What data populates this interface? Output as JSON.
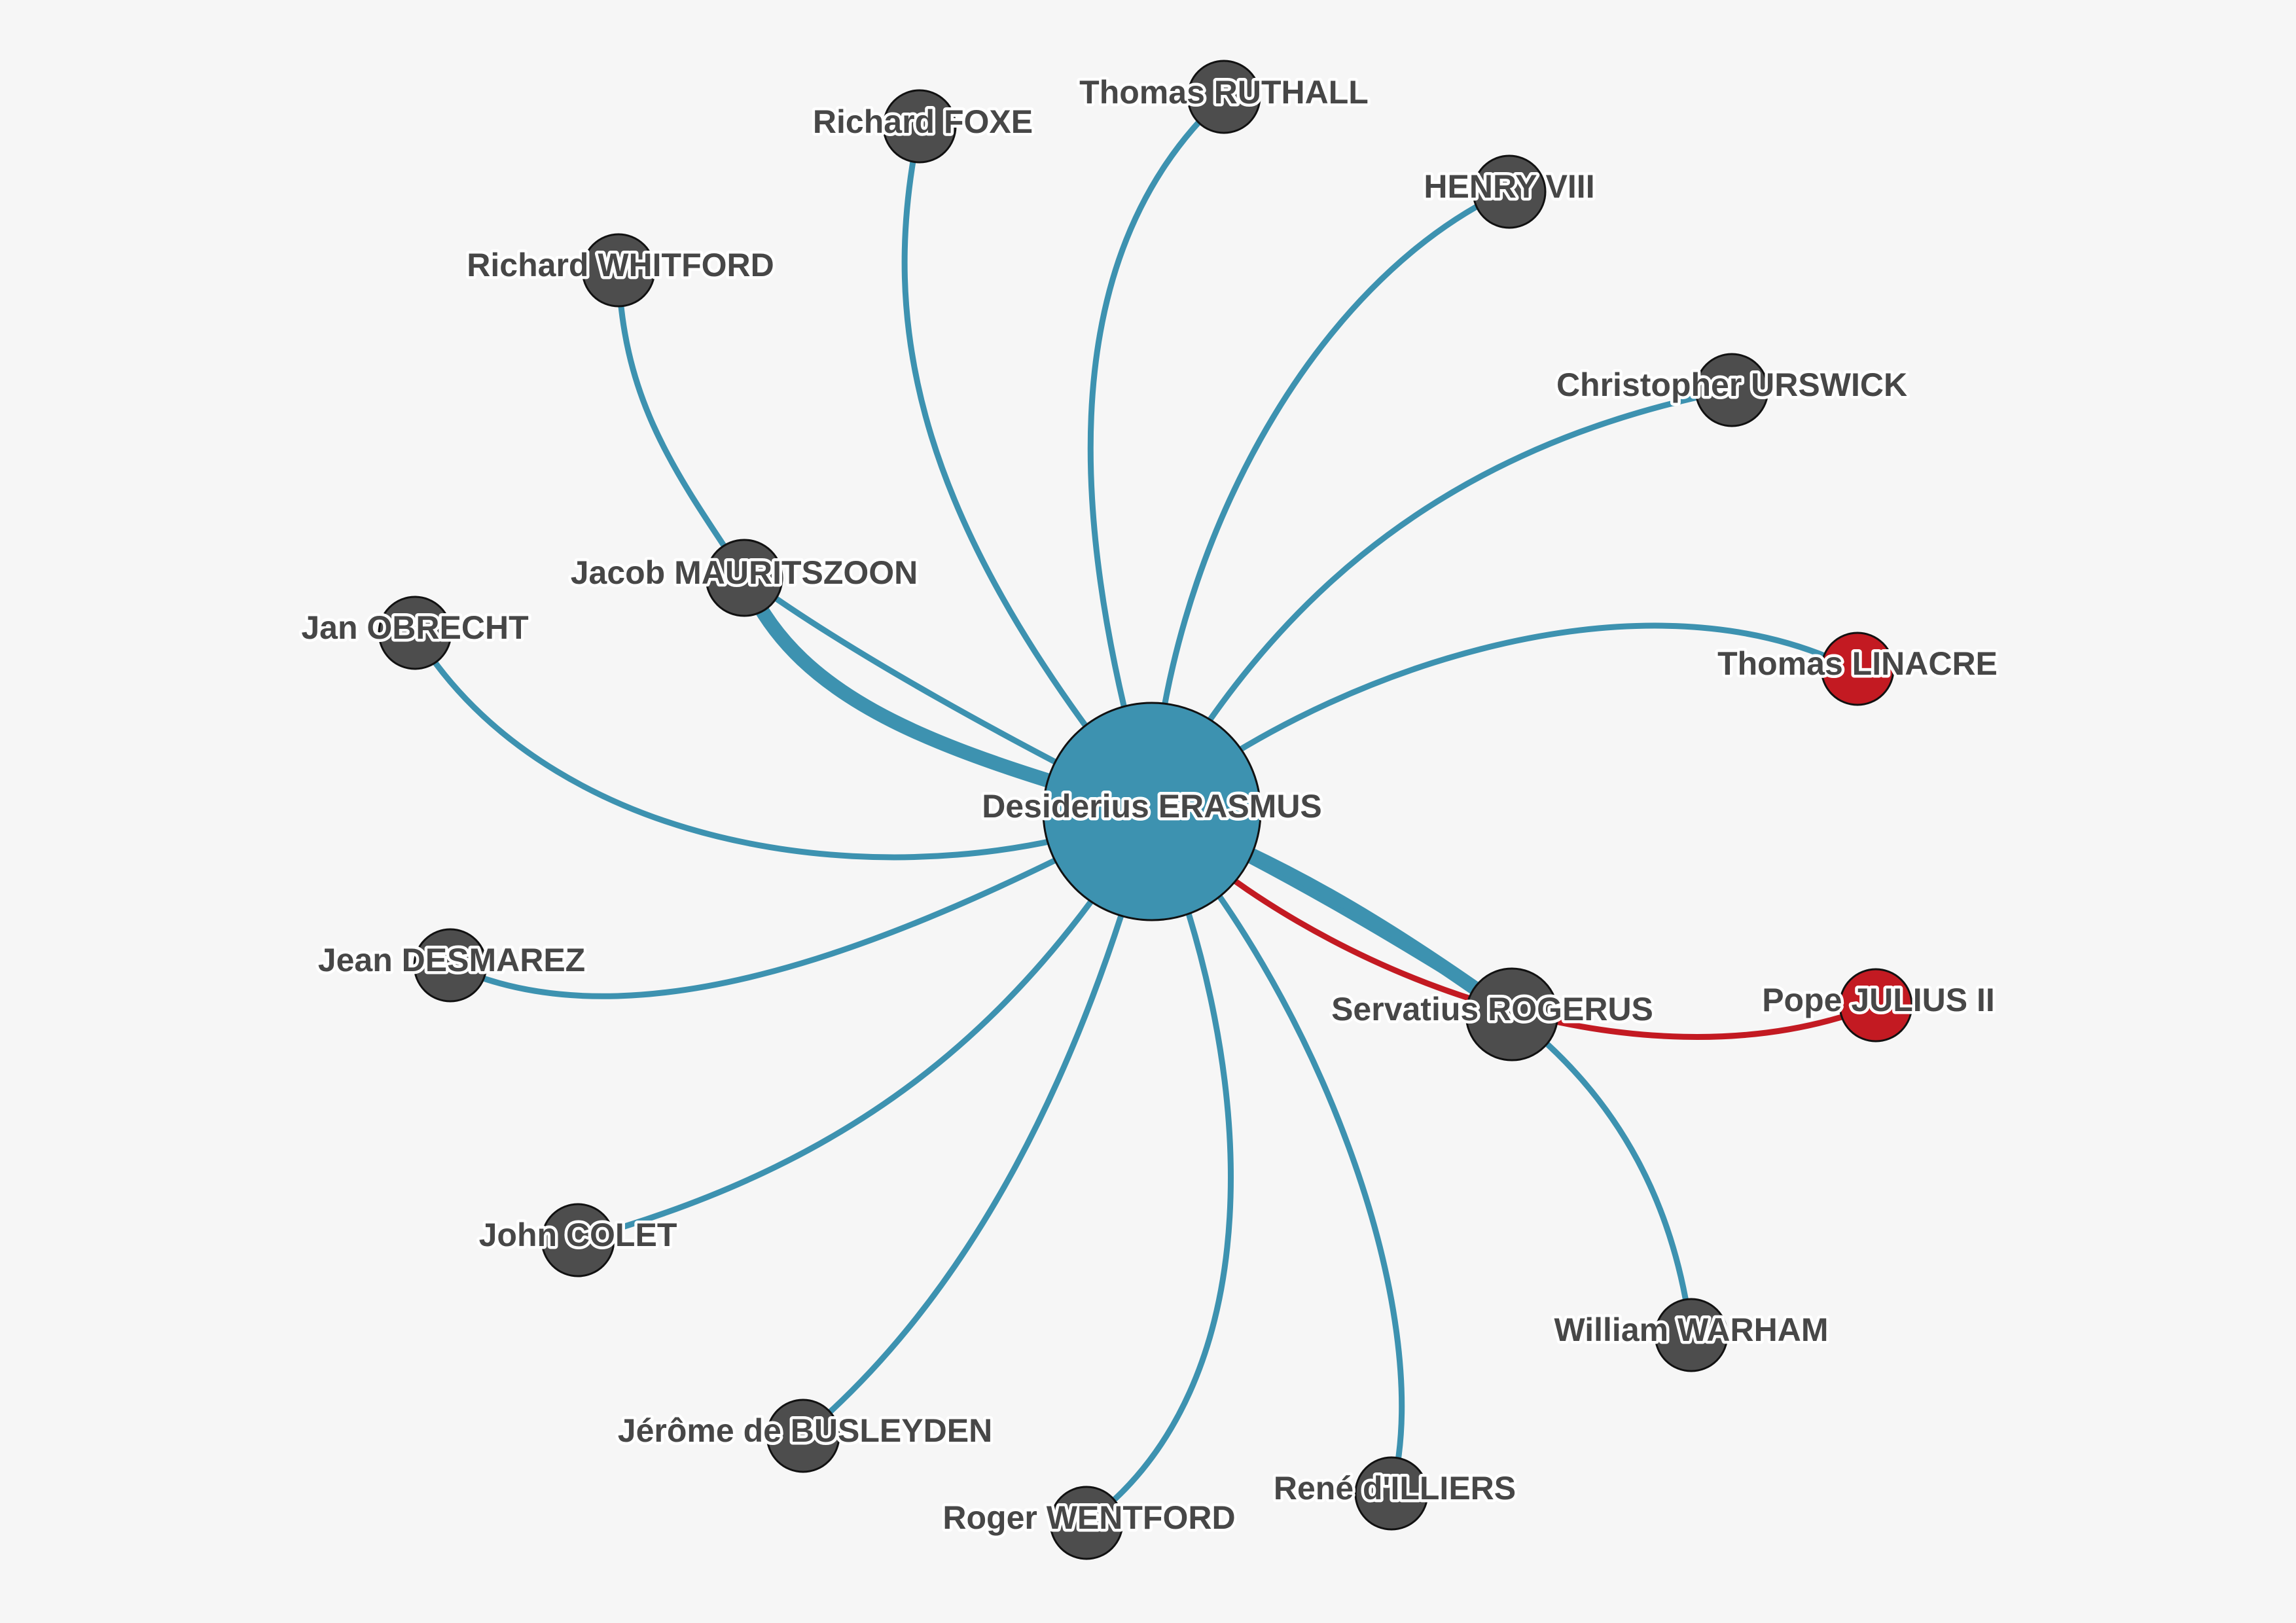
{
  "colors": {
    "background": "#f6f6f6",
    "edge_default": "#3d92b0",
    "edge_highlight": "#c31a22",
    "node_default": "#4d4d4d",
    "node_highlight": "#c31a22",
    "node_center": "#3d92b0"
  },
  "nodes": {
    "erasmus": {
      "label": "Desiderius ERASMUS",
      "role": "center"
    },
    "rogerus": {
      "label": "Servatius ROGERUS",
      "role": "default"
    },
    "mauritszoon": {
      "label": "Jacob MAURITSZOON",
      "role": "default"
    },
    "whitford": {
      "label": "Richard WHITFORD",
      "role": "default"
    },
    "foxe": {
      "label": "Richard FOXE",
      "role": "default"
    },
    "ruthall": {
      "label": "Thomas RUTHALL",
      "role": "default"
    },
    "henry": {
      "label": "HENRY VIII",
      "role": "default"
    },
    "urswick": {
      "label": "Christopher URSWICK",
      "role": "default"
    },
    "linacre": {
      "label": "Thomas LINACRE",
      "role": "highlight"
    },
    "julius": {
      "label": "Pope JULIUS II",
      "role": "highlight"
    },
    "warham": {
      "label": "William WARHAM",
      "role": "default"
    },
    "illiers": {
      "label": "René d'ILLIERS",
      "role": "default"
    },
    "wentford": {
      "label": "Roger WENTFORD",
      "role": "default"
    },
    "busleyden": {
      "label": "Jérôme de BUSLEYDEN",
      "role": "default"
    },
    "colet": {
      "label": "John COLET",
      "role": "default"
    },
    "desmarez": {
      "label": "Jean DESMAREZ",
      "role": "default"
    },
    "obrecht": {
      "label": "Jan OBRECHT",
      "role": "default"
    }
  },
  "edges": [
    {
      "id": "erasmus-rogerus-heavy",
      "from": "erasmus",
      "to": "rogerus",
      "weight": "heavy",
      "color": "default"
    },
    {
      "id": "erasmus-rogerus",
      "from": "erasmus",
      "to": "rogerus",
      "weight": "normal",
      "color": "default"
    },
    {
      "id": "erasmus-mauritszoon-heavy",
      "from": "erasmus",
      "to": "mauritszoon",
      "weight": "heavy",
      "color": "default"
    },
    {
      "id": "erasmus-mauritszoon",
      "from": "erasmus",
      "to": "mauritszoon",
      "weight": "normal",
      "color": "default"
    },
    {
      "id": "mauritszoon-whitford",
      "from": "mauritszoon",
      "to": "whitford",
      "weight": "normal",
      "color": "default"
    },
    {
      "id": "erasmus-foxe",
      "from": "erasmus",
      "to": "foxe",
      "weight": "normal",
      "color": "default"
    },
    {
      "id": "erasmus-ruthall",
      "from": "erasmus",
      "to": "ruthall",
      "weight": "normal",
      "color": "default"
    },
    {
      "id": "erasmus-henry",
      "from": "erasmus",
      "to": "henry",
      "weight": "normal",
      "color": "default"
    },
    {
      "id": "erasmus-urswick",
      "from": "erasmus",
      "to": "urswick",
      "weight": "normal",
      "color": "default"
    },
    {
      "id": "erasmus-linacre",
      "from": "erasmus",
      "to": "linacre",
      "weight": "normal",
      "color": "default"
    },
    {
      "id": "erasmus-julius",
      "from": "erasmus",
      "to": "julius",
      "weight": "normal",
      "color": "highlight"
    },
    {
      "id": "rogerus-warham",
      "from": "rogerus",
      "to": "warham",
      "weight": "normal",
      "color": "default"
    },
    {
      "id": "erasmus-illiers",
      "from": "erasmus",
      "to": "illiers",
      "weight": "normal",
      "color": "default"
    },
    {
      "id": "erasmus-wentford",
      "from": "erasmus",
      "to": "wentford",
      "weight": "normal",
      "color": "default"
    },
    {
      "id": "erasmus-busleyden",
      "from": "erasmus",
      "to": "busleyden",
      "weight": "normal",
      "color": "default"
    },
    {
      "id": "erasmus-colet",
      "from": "erasmus",
      "to": "colet",
      "weight": "normal",
      "color": "default"
    },
    {
      "id": "erasmus-desmarez",
      "from": "erasmus",
      "to": "desmarez",
      "weight": "normal",
      "color": "default"
    },
    {
      "id": "erasmus-obrecht",
      "from": "erasmus",
      "to": "obrecht",
      "weight": "normal",
      "color": "default"
    }
  ]
}
